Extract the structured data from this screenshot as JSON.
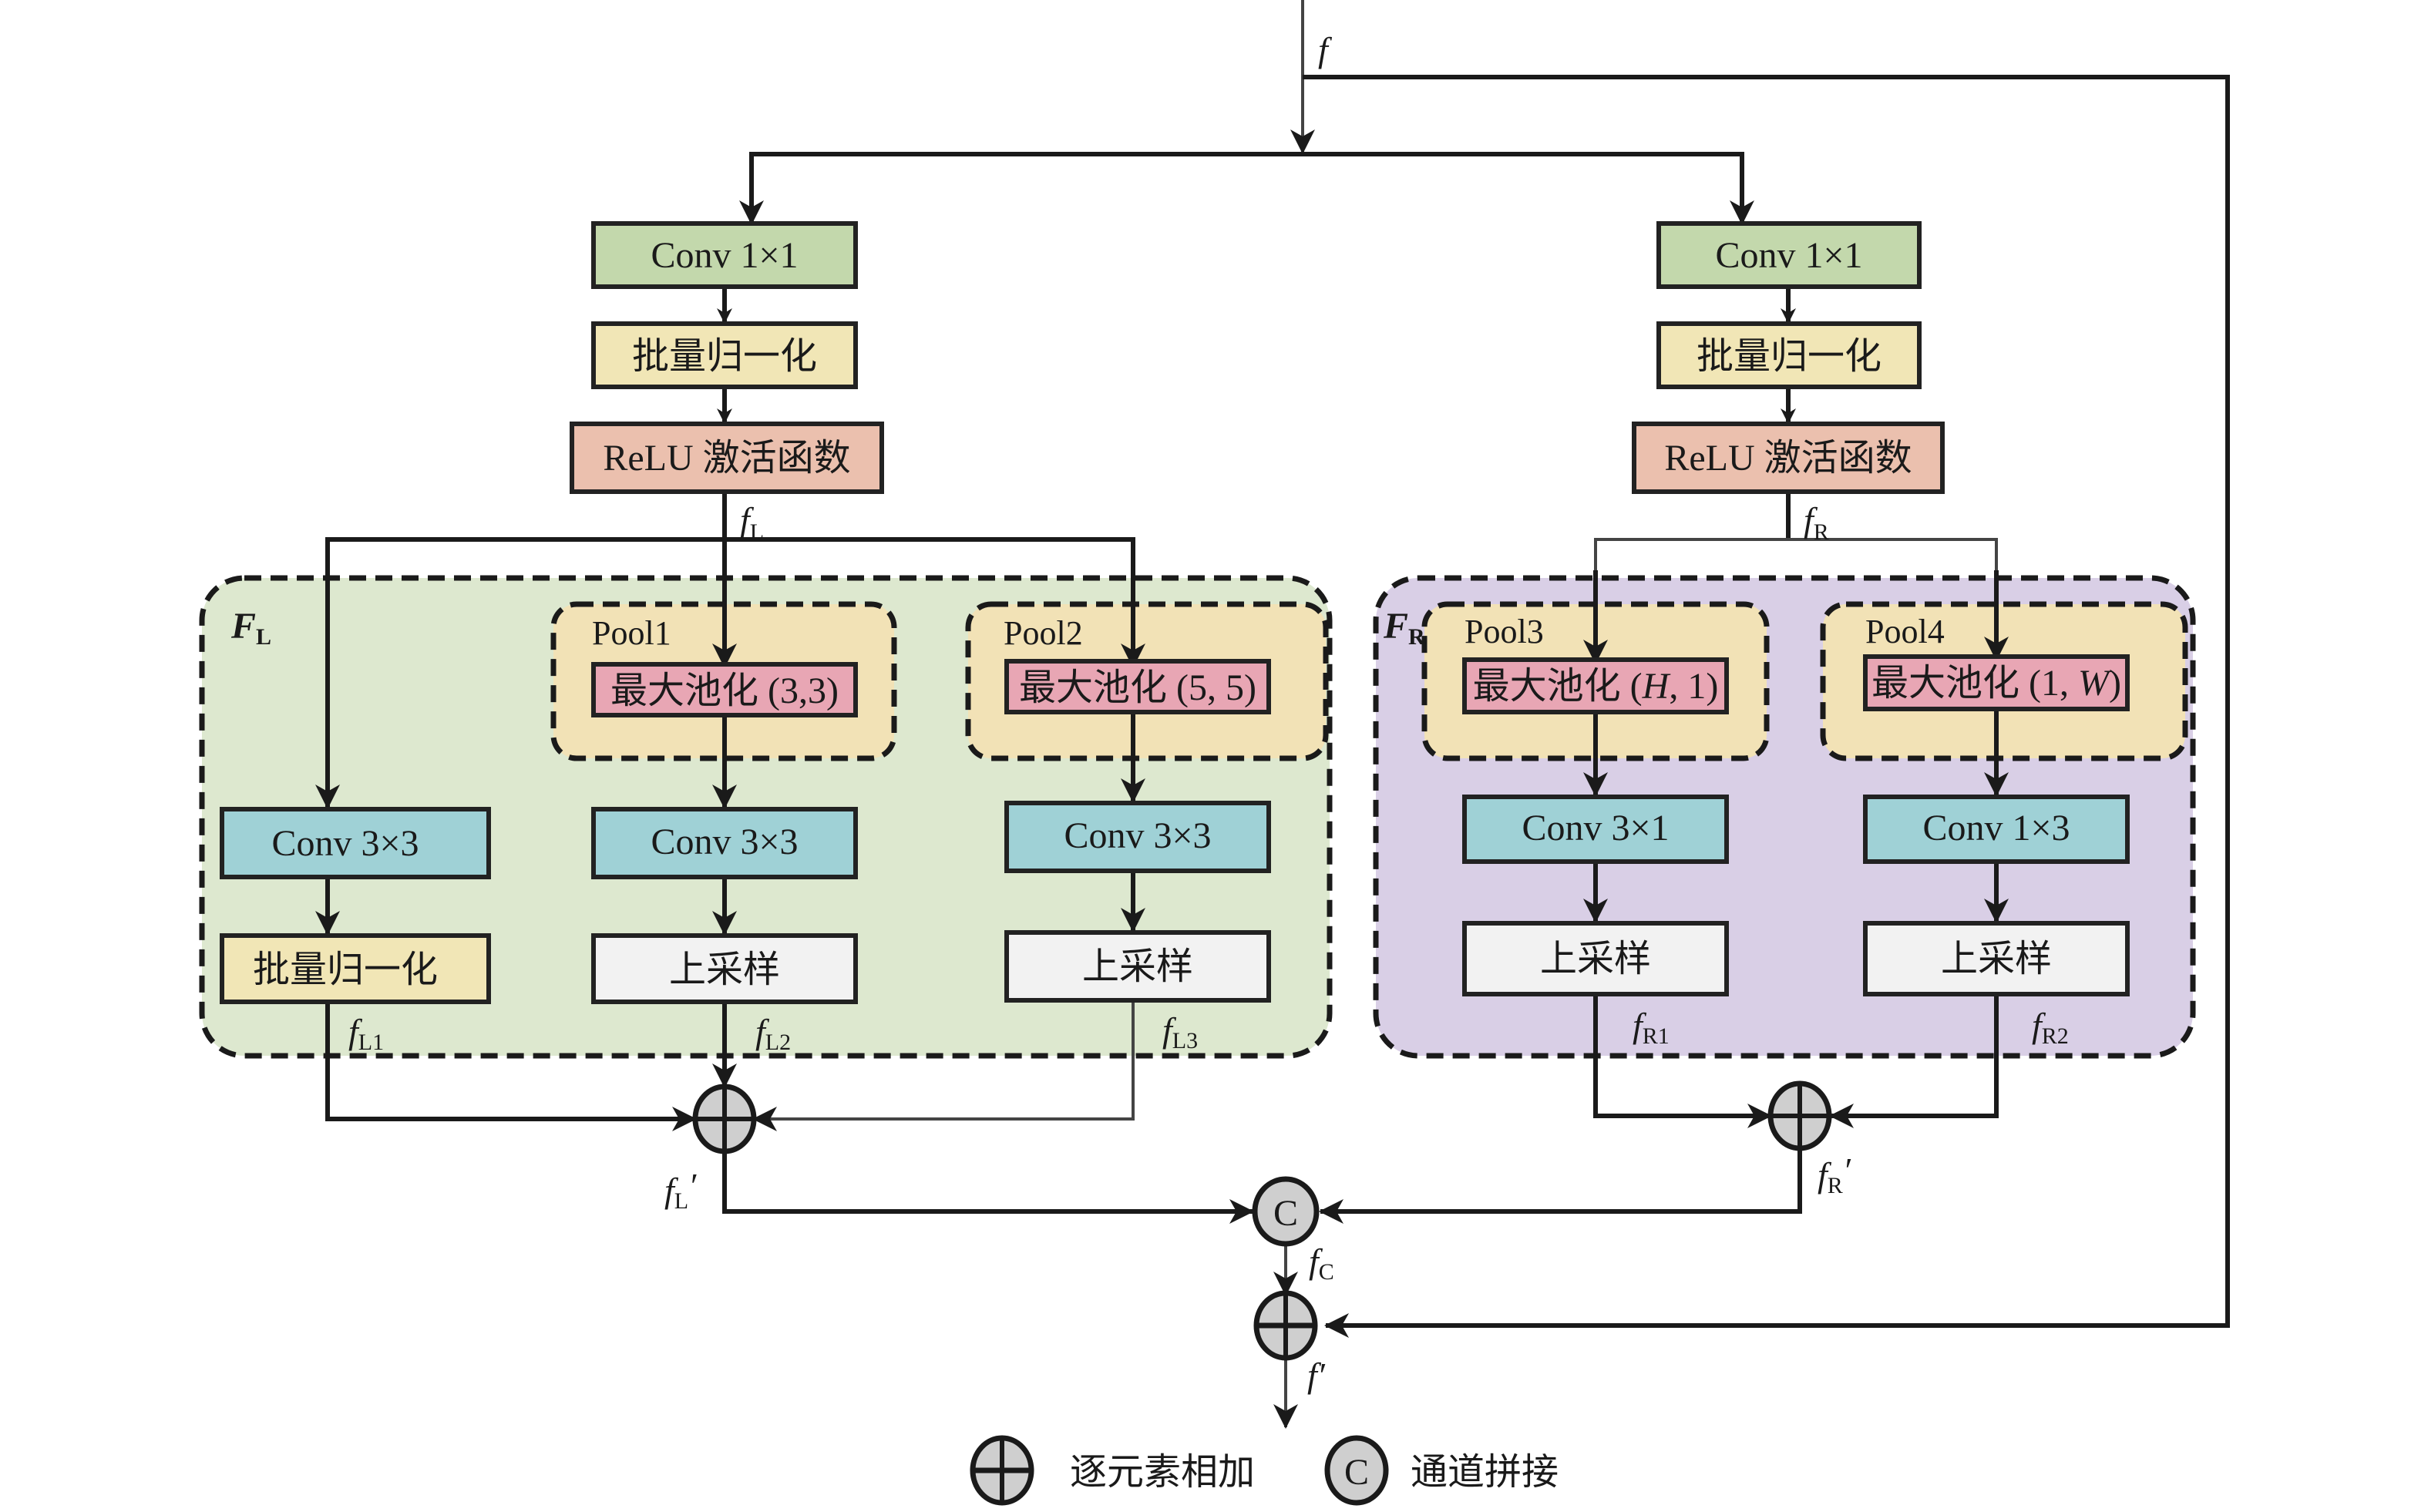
{
  "colors": {
    "conv1x1": "#c3d8ac",
    "batchnorm": "#f1e6b6",
    "relu": "#ebc0ae",
    "maxpool": "#e8a6b4",
    "conv": "#9fd1d6",
    "upsample": "#f2f2f2",
    "group_left_bg": "#dde8cf",
    "group_right_bg": "#d9cfe6",
    "pool_group_bg": "#f2e2b6",
    "operator_fill": "#cfcfcf"
  },
  "input_label": {
    "main": "f",
    "sub": ""
  },
  "left_branch": {
    "conv": "Conv 1×1",
    "bn": "批量归一化",
    "relu": "ReLU 激活函数",
    "output_label": {
      "main": "f",
      "sub": "L"
    },
    "group": {
      "main": "F",
      "sub": "L"
    },
    "paths": [
      {
        "pool_name": "",
        "pool_op": "",
        "conv": "Conv 3×3",
        "post": "批量归一化",
        "output": {
          "main": "f",
          "sub": "L1"
        }
      },
      {
        "pool_name": "Pool1",
        "pool_op": "最大池化 (3,3)",
        "conv": "Conv 3×3",
        "post": "上采样",
        "output": {
          "main": "f",
          "sub": "L2"
        }
      },
      {
        "pool_name": "Pool2",
        "pool_op": "最大池化 (5, 5)",
        "conv": "Conv 3×3",
        "post": "上采样",
        "output": {
          "main": "f",
          "sub": "L3"
        }
      }
    ],
    "sum_label": {
      "main": "f",
      "sub": "L",
      "prime": "′"
    }
  },
  "right_branch": {
    "conv": "Conv 1×1",
    "bn": "批量归一化",
    "relu": "ReLU 激活函数",
    "output_label": {
      "main": "f",
      "sub": "R"
    },
    "group": {
      "main": "F",
      "sub": "R"
    },
    "paths": [
      {
        "pool_name": "Pool3",
        "pool_op_prefix": "最大池化 (",
        "pool_op_italic": "H",
        "pool_op_suffix": ", 1)",
        "conv": "Conv 3×1",
        "post": "上采样",
        "output": {
          "main": "f",
          "sub": "R1"
        }
      },
      {
        "pool_name": "Pool4",
        "pool_op_prefix": "最大池化 (1, ",
        "pool_op_italic": "W",
        "pool_op_suffix": ")",
        "conv": "Conv 1×3",
        "post": "上采样",
        "output": {
          "main": "f",
          "sub": "R2"
        }
      }
    ],
    "sum_label": {
      "main": "f",
      "sub": "R",
      "prime": "′"
    }
  },
  "concat": {
    "symbol": "C",
    "output_label": {
      "main": "f",
      "sub": "C"
    }
  },
  "final": {
    "output_label": {
      "main": "f",
      "prime": "′"
    }
  },
  "legend": [
    {
      "icon": "elementwise-add-icon",
      "label": "逐元素相加"
    },
    {
      "icon": "channel-concat-icon",
      "symbol": "C",
      "label": "通道拼接"
    }
  ]
}
